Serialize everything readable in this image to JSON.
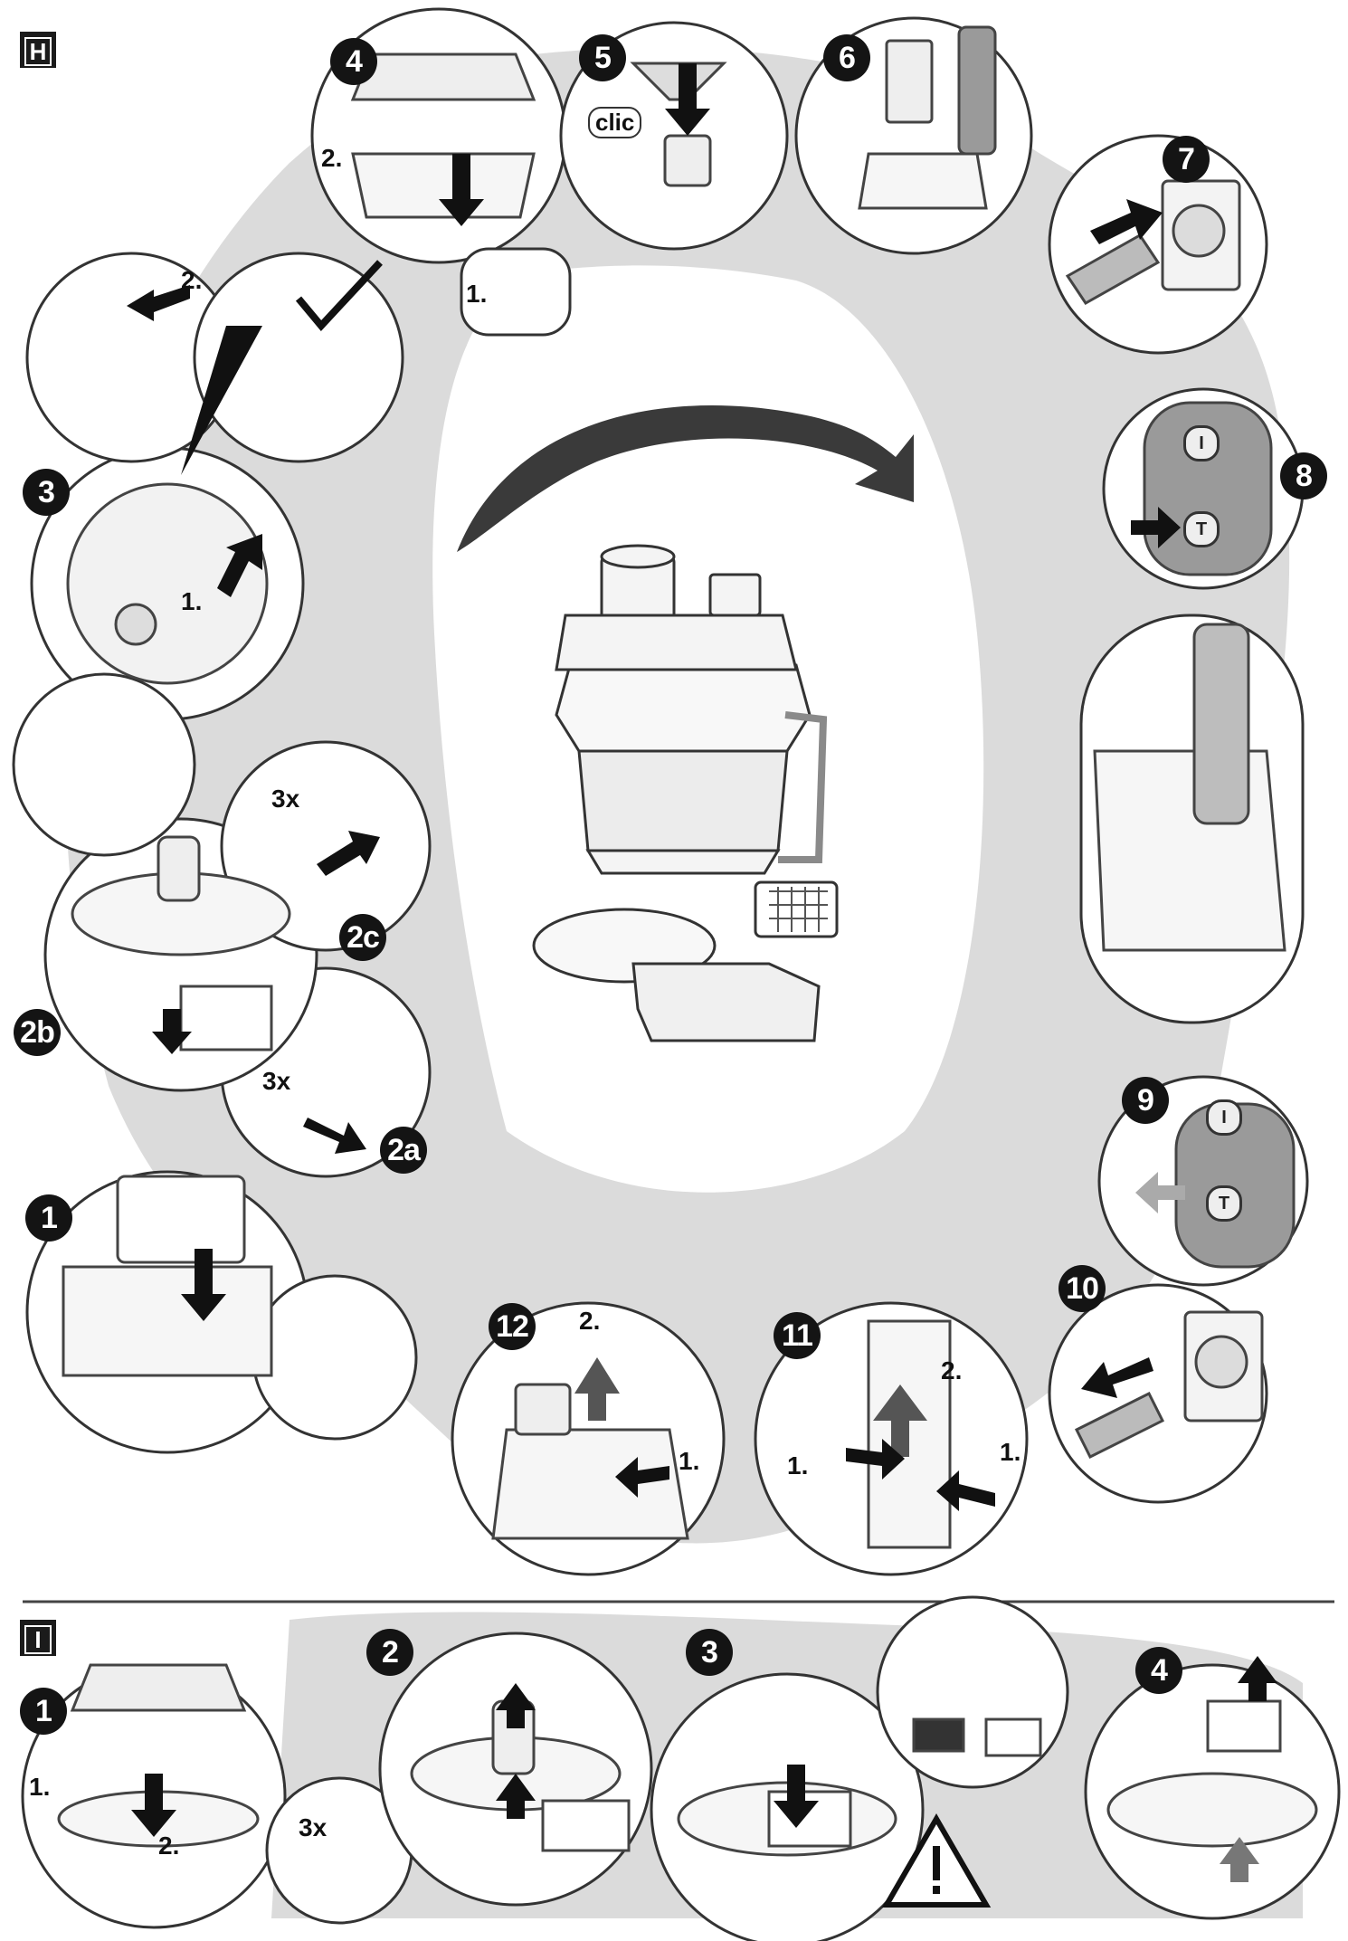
{
  "sections": {
    "h": "H",
    "i": "I"
  },
  "h_steps": {
    "s1": "1",
    "s2a": "2a",
    "s2b": "2b",
    "s2c": "2c",
    "s3": "3",
    "s4": "4",
    "s5": "5",
    "s6": "6",
    "s7": "7",
    "s8": "8",
    "s9": "9",
    "s10": "10",
    "s11": "11",
    "s12": "12"
  },
  "i_steps": {
    "s1": "1",
    "s2": "2",
    "s3": "3",
    "s4": "4"
  },
  "labels": {
    "repeat_a": "3x",
    "repeat_c": "3x",
    "repeat_i": "3x",
    "clic": "clic",
    "s3_one": "1.",
    "s3_two": "2.",
    "s4_one": "1.",
    "s4_two": "2.",
    "s11_left": "1.",
    "s11_right": "1.",
    "s11_two": "2.",
    "s12_one": "1.",
    "s12_two": "2.",
    "i1_one": "1.",
    "i1_two": "2."
  },
  "switch_symbols": {
    "on": "I",
    "turbo": "T"
  },
  "colors": {
    "ink": "#1b1b1b",
    "shadow": "#c9c9c9",
    "line": "#333333"
  }
}
